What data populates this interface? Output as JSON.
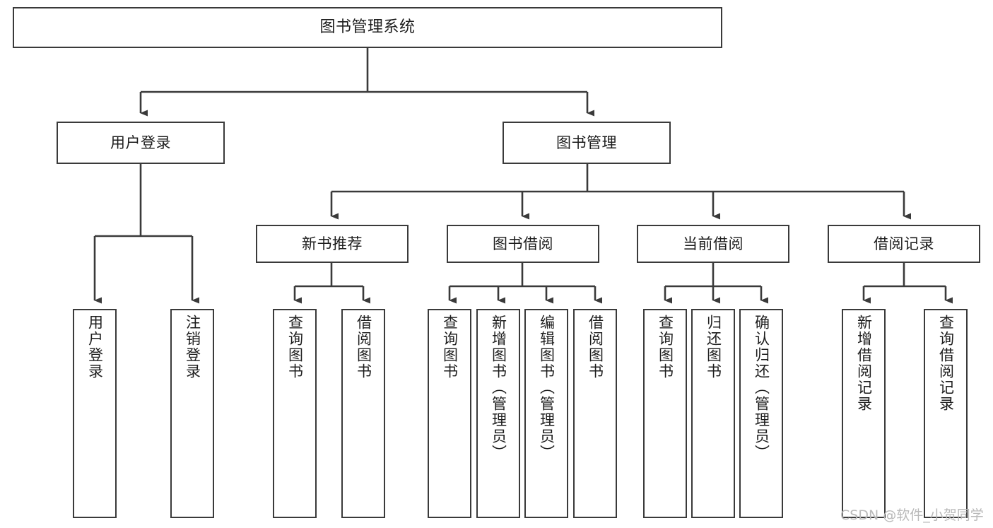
{
  "diagram": {
    "title": "图书管理系统",
    "type": "tree",
    "watermark": "CSDN @软件_小贺同学",
    "stroke_color": "#3a3a3a",
    "fill_color": "#ffffff",
    "text_color": "#1d1d1d",
    "watermark_color": "#b9b9b9"
  },
  "nodes": {
    "root": {
      "label": "图书管理系统"
    },
    "level1": [
      {
        "label": "用户登录"
      },
      {
        "label": "图书管理"
      }
    ],
    "level2": [
      {
        "label": "新书推荐"
      },
      {
        "label": "图书借阅"
      },
      {
        "label": "当前借阅"
      },
      {
        "label": "借阅记录"
      }
    ],
    "leaves_user_login": [
      {
        "label": "用户登录"
      },
      {
        "label": "注销登录"
      }
    ],
    "leaves_new_book": [
      {
        "label": "查询图书"
      },
      {
        "label": "借阅图书"
      }
    ],
    "leaves_borrow": [
      {
        "label": "查询图书"
      },
      {
        "label": "新增图书（管理员）"
      },
      {
        "label": "编辑图书（管理员）"
      },
      {
        "label": "借阅图书"
      }
    ],
    "leaves_current": [
      {
        "label": "查询图书"
      },
      {
        "label": "归还图书"
      },
      {
        "label": "确认归还（管理员）"
      }
    ],
    "leaves_records": [
      {
        "label": "新增借阅记录"
      },
      {
        "label": "查询借阅记录"
      }
    ]
  }
}
